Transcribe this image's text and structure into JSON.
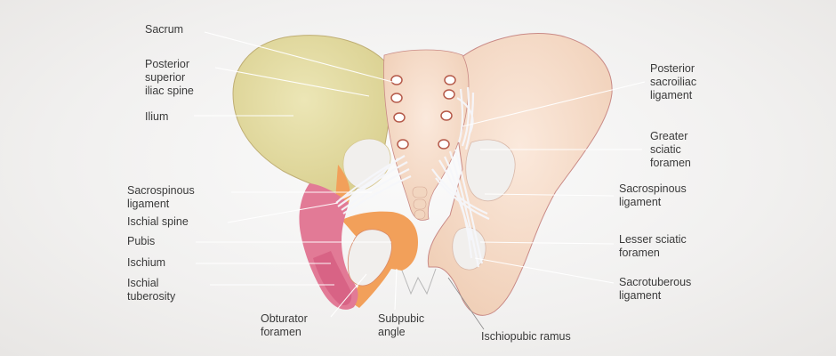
{
  "diagram": {
    "labels": {
      "sacrum": "Sacrum",
      "posterior_superior_iliac_spine": "Posterior\nsuperior\niliac spine",
      "ilium": "Ilium",
      "sacrospinous_ligament_left": "Sacrospinous\nligament",
      "ischial_spine": "Ischial spine",
      "pubis": "Pubis",
      "ischium": "Ischium",
      "ischial_tuberosity": "Ischial\ntuberosity",
      "obturator_foramen": "Obturator\nforamen",
      "subpubic_angle": "Subpubic\nangle",
      "ischiopubic_ramus": "Ischiopubic ramus",
      "posterior_sacroiliac_ligament": "Posterior\nsacroiliac\nligament",
      "greater_sciatic_foramen": "Greater\nsciatic\nforamen",
      "sacrospinous_ligament_right": "Sacrospinous\nligament",
      "lesser_sciatic_foramen": "Lesser sciatic\nforamen",
      "sacrotuberous_ligament": "Sacrotuberous\nligament"
    },
    "colors": {
      "ilium": "#e6dca0",
      "pubis": "#f2a05a",
      "ischium": "#e27a96",
      "bone": "#f6dcc8",
      "ligament": "#f4f6fb",
      "background": "#f1f0ef",
      "label_text": "#3a3a3a"
    }
  }
}
